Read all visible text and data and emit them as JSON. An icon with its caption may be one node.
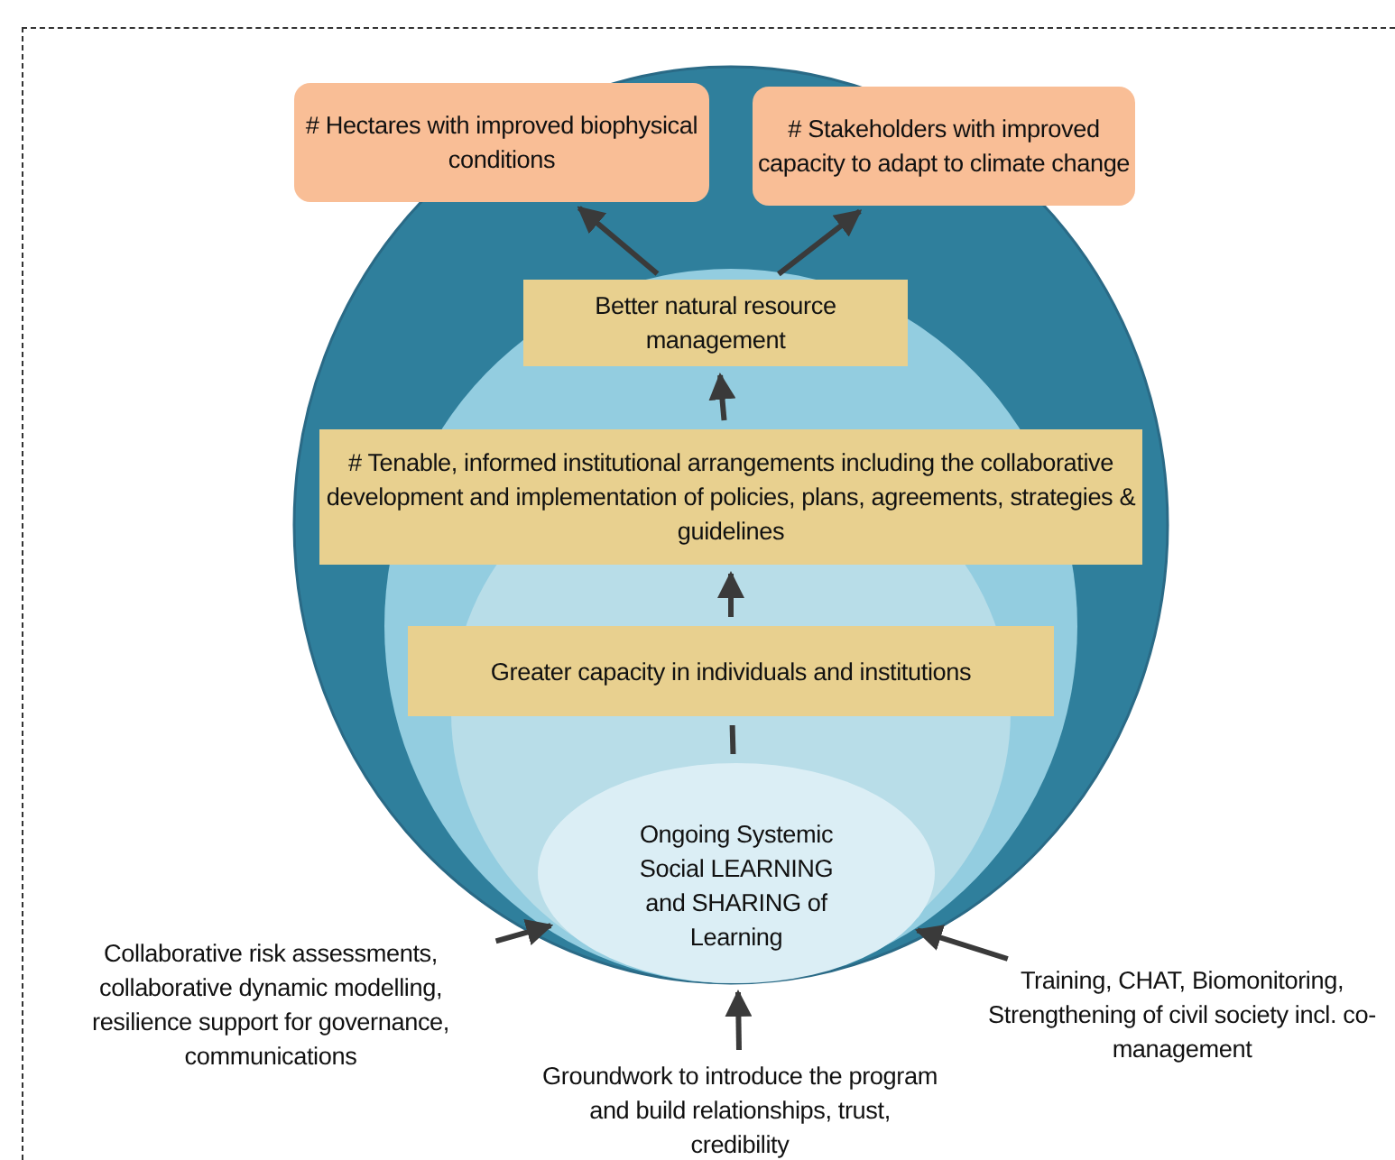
{
  "diagram": {
    "nodes": [
      {
        "text": [
          "# Hectares with improved biophysical conditions"
        ]
      },
      {
        "text": [
          "# Stakeholders with improved capacity to adapt to climate change"
        ]
      },
      {
        "text": [
          "Better natural resource management"
        ]
      },
      {
        "text": [
          "# Tenable, informed institutional arrangements including the collaborative development and implementation of policies, plans, agreements, strategies & guidelines"
        ]
      },
      {
        "text": [
          "Greater capacity in individuals and institutions"
        ]
      },
      {
        "text": [
          "Ongoing Systemic Social LEARNING and SHARING of Learning"
        ]
      },
      {
        "text": [
          "Collaborative risk assessments, collaborative dynamic modelling, resilience support for governance, communications"
        ]
      },
      {
        "text": [
          "Training, CHAT, Biomonitoring, Strengthening of civil society incl. co-management"
        ]
      },
      {
        "text": [
          "Groundwork to introduce the program and build relationships, trust, credibility"
        ]
      }
    ],
    "edges": [
      {
        "from": 2,
        "to": 0,
        "arrow": "to"
      },
      {
        "from": 2,
        "to": 1,
        "arrow": "to"
      },
      {
        "from": 3,
        "to": 2,
        "arrow": "to"
      },
      {
        "from": 4,
        "to": 3,
        "arrow": "to"
      },
      {
        "from": 5,
        "to": 4,
        "arrow": "none"
      },
      {
        "from": 6,
        "to": 5,
        "arrow": "to"
      },
      {
        "from": 8,
        "to": 5,
        "arrow": "to"
      },
      {
        "from": 7,
        "to": 5,
        "arrow": "to"
      }
    ]
  }
}
